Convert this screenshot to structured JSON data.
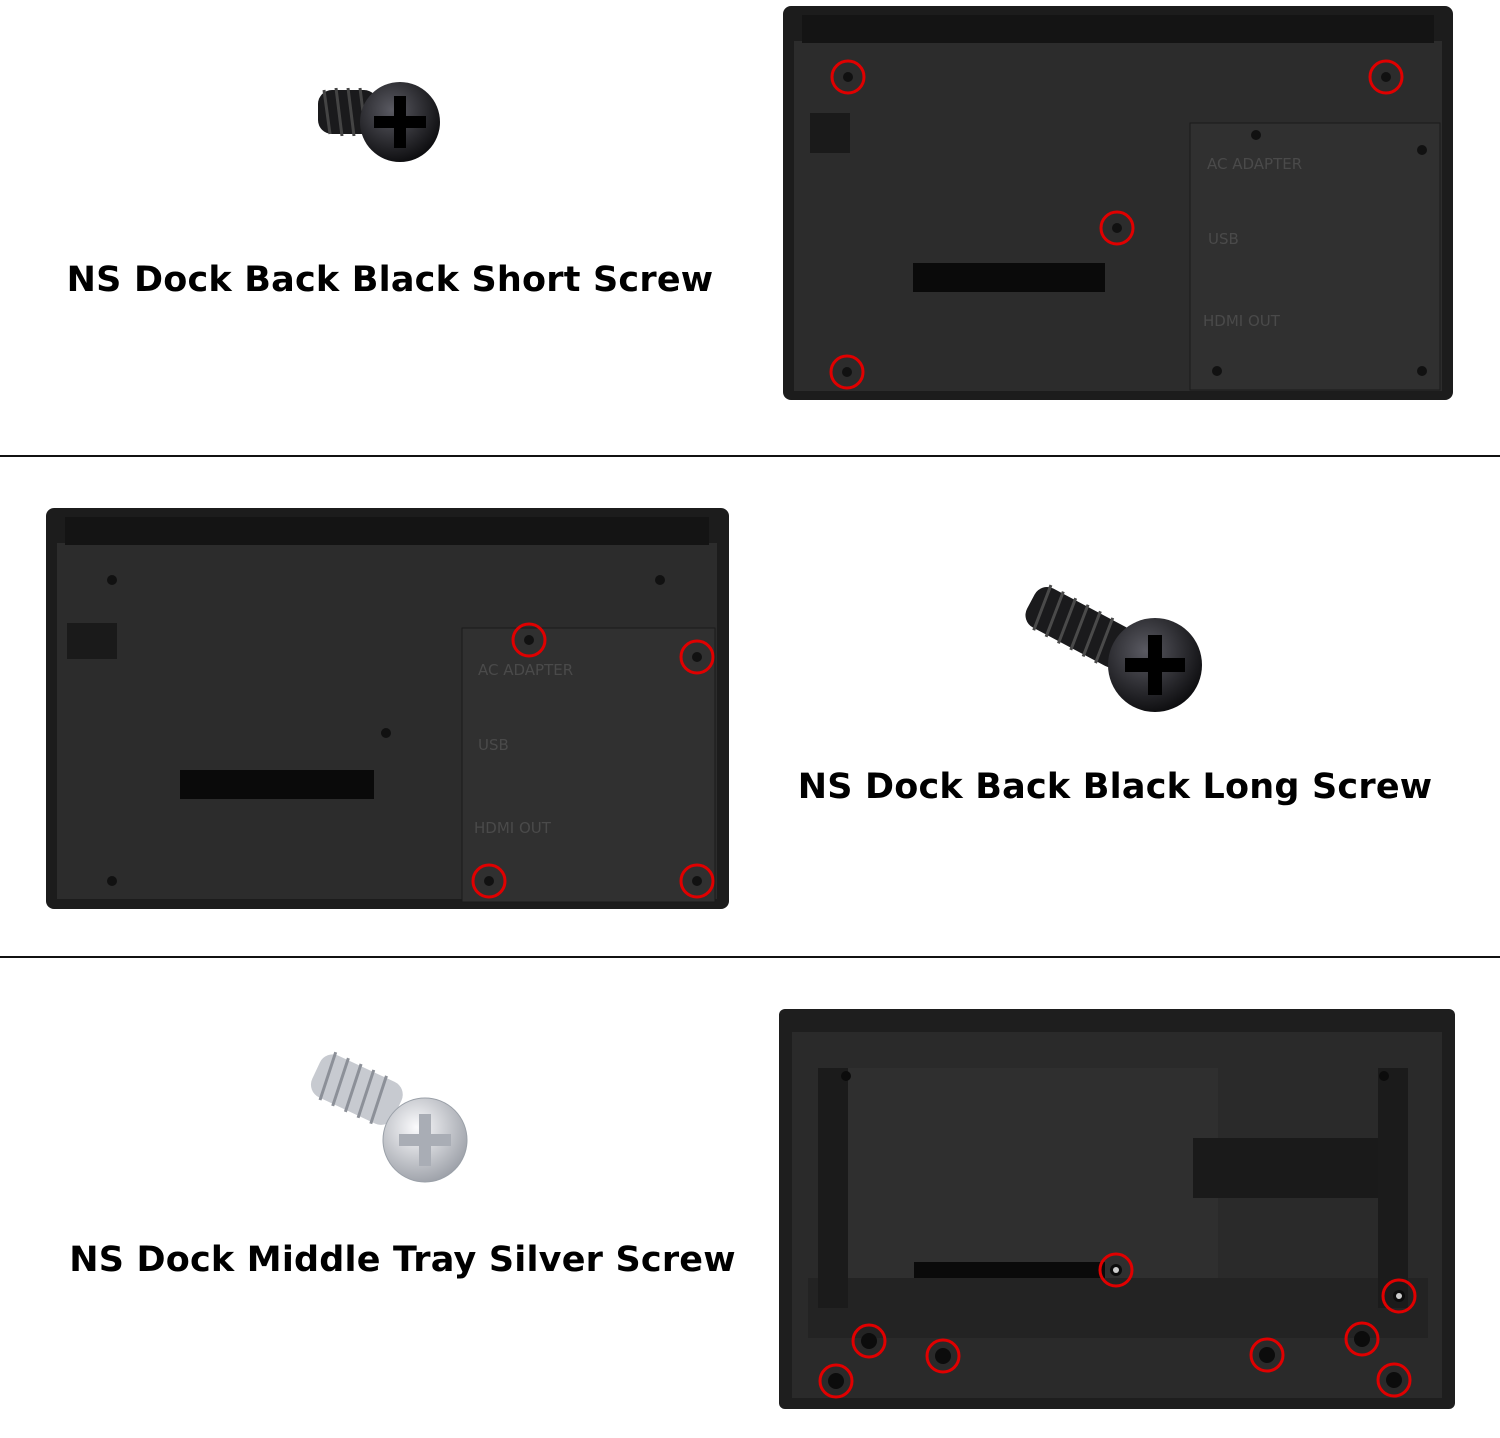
{
  "sections": [
    {
      "label": "NS Dock Back Black Short Screw",
      "screw_color": "black"
    },
    {
      "label": "NS Dock Back Black Long Screw",
      "screw_color": "black"
    },
    {
      "label": "NS Dock Middle Tray Silver Screw",
      "screw_color": "silver"
    }
  ],
  "dock_panel": {
    "port_1": "AC ADAPTER",
    "port_2": "USB",
    "port_3": "HDMI OUT"
  },
  "colors": {
    "highlight": "#e00000",
    "dock": "#2a2a2a",
    "divider": "#111111"
  }
}
